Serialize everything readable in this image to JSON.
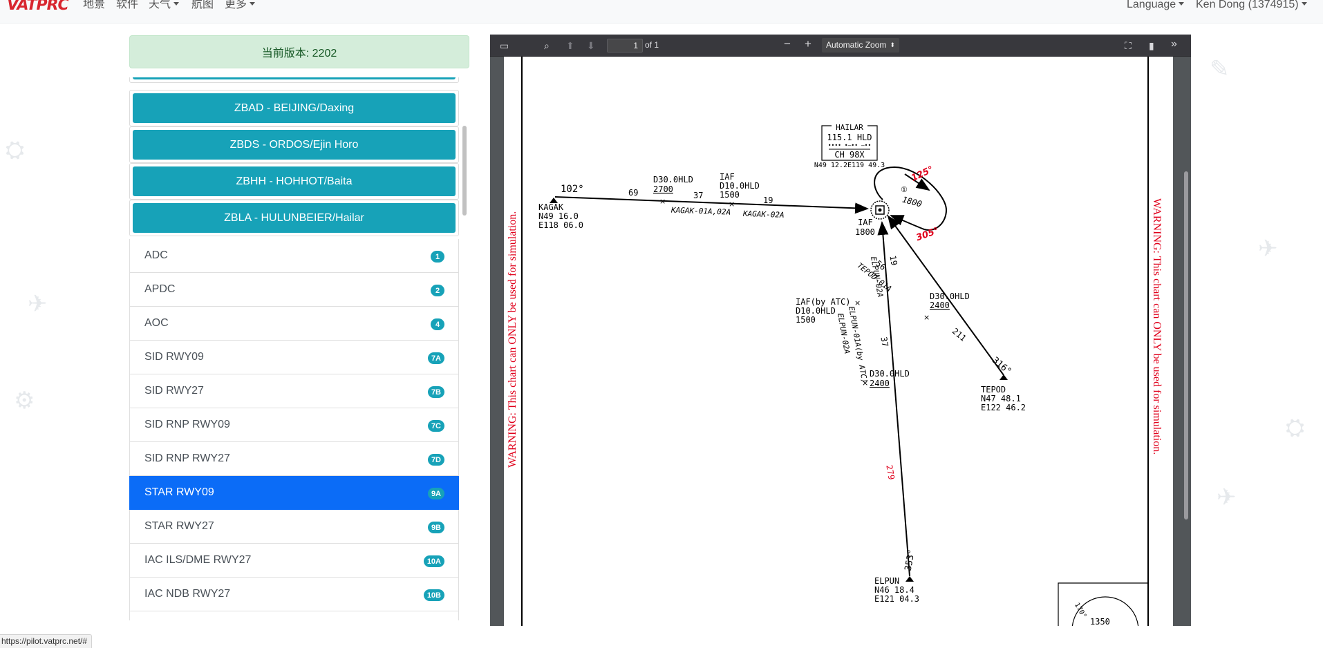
{
  "nav": {
    "logo": "VATPRC",
    "menu": [
      "地景",
      "软件",
      "天气",
      "航图",
      "更多"
    ],
    "language": "Language",
    "user": "Ken Dong (1374915)"
  },
  "version_label": "当前版本: 2202",
  "airports": [
    {
      "label": "ZBAD - BEIJING/Daxing"
    },
    {
      "label": "ZBDS - ORDOS/Ejin Horo"
    },
    {
      "label": "ZBHH - HOHHOT/Baita"
    },
    {
      "label": "ZBLA - HULUNBEIER/Hailar"
    }
  ],
  "charts": [
    {
      "label": "ADC",
      "badge": "1",
      "active": false
    },
    {
      "label": "APDC",
      "badge": "2",
      "active": false
    },
    {
      "label": "AOC",
      "badge": "4",
      "active": false
    },
    {
      "label": "SID RWY09",
      "badge": "7A",
      "active": false
    },
    {
      "label": "SID RWY27",
      "badge": "7B",
      "active": false
    },
    {
      "label": "SID RNP RWY09",
      "badge": "7C",
      "active": false
    },
    {
      "label": "SID RNP RWY27",
      "badge": "7D",
      "active": false
    },
    {
      "label": "STAR RWY09",
      "badge": "9A",
      "active": true
    },
    {
      "label": "STAR RWY27",
      "badge": "9B",
      "active": false
    },
    {
      "label": "IAC ILS/DME RWY27",
      "badge": "10A",
      "active": false
    },
    {
      "label": "IAC NDB RWY27",
      "badge": "10B",
      "active": false
    }
  ],
  "viewer": {
    "page_number": "1",
    "page_count": "of 1",
    "zoom": "Automatic Zoom",
    "zoom_out": "−",
    "zoom_in": "+"
  },
  "chart_content": {
    "warning": "WARNING: This chart can ONLY be used for simulation.",
    "navaid_name": "HAILAR",
    "navaid_freq": "115.1 HLD",
    "navaid_morse": "•••• •–•• –••",
    "navaid_channel": "CH 98X",
    "navaid_coords": "N49 12.2E119 49.3",
    "hold_in": "125°",
    "hold_out": "305°",
    "hold_time": "①",
    "hold_alt": "1800",
    "iaf_label": "IAF",
    "iaf_alt": "1800",
    "kagak": {
      "name": "KAGAK",
      "lat": "N49 16.0",
      "lon": "E118 06.0",
      "course": "102°"
    },
    "kagak_dist1": "69",
    "kagak_d30": "D30.0HLD",
    "kagak_d30_alt": "2700",
    "kagak_dist2": "37",
    "kagak_iaf": "IAF",
    "kagak_d10": "D10.0HLD",
    "kagak_d10_alt": "1500",
    "kagak_dist3": "19",
    "kagak_route1": "KAGAK-01A,02A",
    "kagak_route2": "KAGAK-02A",
    "tepod": {
      "name": "TEPOD",
      "lat": "N47 48.1",
      "lon": "E122 46.2",
      "course": "316°"
    },
    "tepod_dist1": "56",
    "tepod_route": "TEPOD-01A",
    "tepod_d30": "D30.0HLD",
    "tepod_d30_alt": "2400",
    "tepod_dist2": "211",
    "elpun": {
      "name": "ELPUN",
      "lat": "N46 18.4",
      "lon": "E121 04.3",
      "course": "353°"
    },
    "elpun_dist1": "19",
    "elpun_route1": "ELPUN-02A",
    "elpun_iaf": "IAF(by ATC)",
    "elpun_d10": "D10.0HLD",
    "elpun_d10_alt": "1500",
    "elpun_dist2": "37",
    "elpun_route2a": "ELPUN-01A(by ATC)",
    "elpun_route2b": "ELPUN-02A",
    "elpun_d30": "D30.0HLD",
    "elpun_d30_alt": "2400",
    "elpun_dist3": "279",
    "msa_tick": "170°",
    "msa_alt": "1350"
  },
  "status_url": "https://pilot.vatprc.net/#"
}
